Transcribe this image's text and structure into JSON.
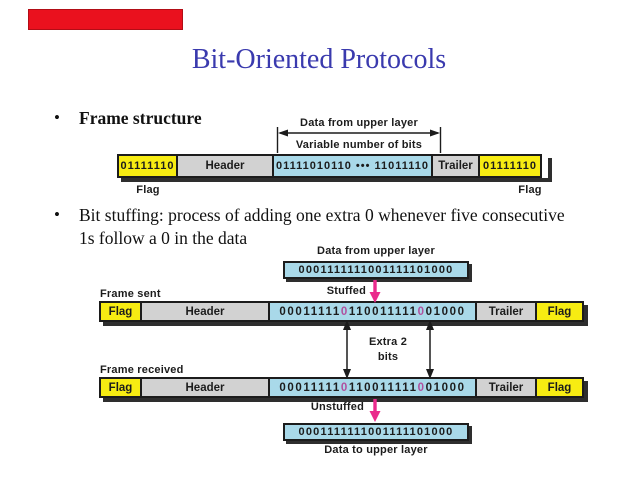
{
  "title": "Bit-Oriented Protocols",
  "bullets": {
    "frame_structure": "Frame structure",
    "bit_stuffing_line1": "Bit stuffing: process of adding one extra 0 whenever five consecutive",
    "bit_stuffing_line2": "1s follow a 0 in the data"
  },
  "frame_structure_diagram": {
    "annotation_top": "Data from upper layer",
    "annotation_bottom": "Variable number of bits",
    "flag_bits": "01111110",
    "header_label": "Header",
    "data_bits": "01111010110 ••• 11011110",
    "trailer_label": "Trailer",
    "flag_caption_left": "Flag",
    "flag_caption_right": "Flag"
  },
  "bit_stuffing_diagram": {
    "top_label": "Data from upper layer",
    "original_bits": "0001111111001111101000",
    "stuffed_arrow_label": "Stuffed",
    "frame_sent_label": "Frame sent",
    "frame_received_label": "Frame received",
    "flag_label": "Flag",
    "header_label": "Header",
    "trailer_label": "Trailer",
    "stuffed_bits": {
      "seg1": "00011111",
      "stuffed1": "0",
      "seg2": "110011111",
      "stuffed2": "0",
      "seg3": "01000"
    },
    "extra_bits_line1": "Extra 2",
    "extra_bits_line2": "bits",
    "unstuffed_arrow_label": "Unstuffed",
    "unstuffed_bits": "0001111111001111101000",
    "bottom_label": "Data to upper layer"
  },
  "colors": {
    "title_blue": "#3a3aae",
    "flag_yellow": "#f7ec12",
    "field_gray": "#d2d2d2",
    "data_blue": "#a9d9e9",
    "arrow_pink": "#ea2a8c",
    "stuffed_bit_purple": "#b0519f",
    "red_marker": "#ea111e",
    "shadow_dark": "#2e2e2e"
  }
}
